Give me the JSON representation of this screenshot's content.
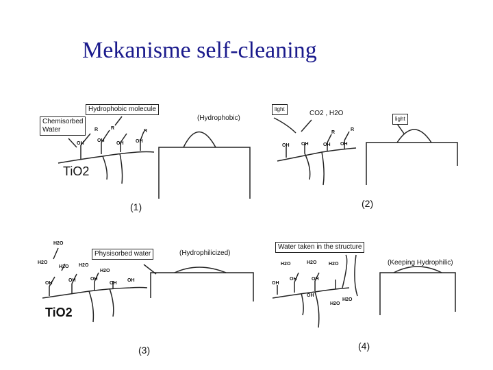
{
  "slide": {
    "title": "Mekanisme self-cleaning"
  },
  "panels": [
    {
      "label": "(1)",
      "callouts": [
        "Chemisorbed",
        "Water",
        "Hydrophobic molecule",
        "(Hydrophobic)"
      ],
      "substrate": "TiO2",
      "groups": [
        "OH",
        "OH",
        "OH",
        "OH",
        "R",
        "R",
        "R"
      ]
    },
    {
      "label": "(2)",
      "callouts": [
        "light",
        "CO2 , H2O",
        "light"
      ],
      "groups": [
        "OH",
        "OH",
        "OH",
        "OH",
        "R",
        "R"
      ]
    },
    {
      "label": "(3)",
      "callouts": [
        "Physisorbed water",
        "(Hydrophilicized)"
      ],
      "substrate": "TiO2",
      "groups": [
        "H2O",
        "H2O",
        "H2O",
        "H2O",
        "H2O",
        "OH",
        "OH",
        "OH",
        "OH",
        "OH"
      ]
    },
    {
      "label": "(4)",
      "callouts": [
        "Water taken in the structure",
        "(Keeping Hydrophilic)"
      ],
      "groups": [
        "H2O",
        "H2O",
        "H2O",
        "H2O",
        "H2O",
        "OH",
        "OH",
        "OH",
        "OH"
      ]
    }
  ]
}
